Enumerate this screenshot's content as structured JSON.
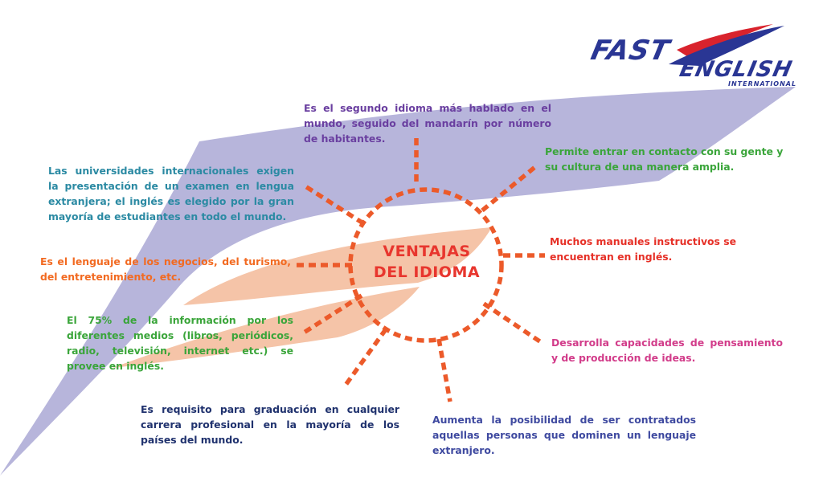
{
  "logo": {
    "main": "FAST",
    "second": "ENGLISH",
    "sub": "INTERNATIONAL"
  },
  "center": {
    "line1": "VENTAJAS",
    "line2": "DEL IDIOMA"
  },
  "points": [
    {
      "id": "segundo-idioma",
      "text": "Es el segundo idioma más hablado en el mundo, seguido del mandarín por número de habitantes.",
      "color": "#6a3fa0"
    },
    {
      "id": "contacto-cultura",
      "text": "Permite entrar en contacto con su gente y su cultura de una manera amplia.",
      "color": "#3aa53a"
    },
    {
      "id": "manuales",
      "text": "Muchos manuales instructivos se encuentran en inglés.",
      "color": "#e63027"
    },
    {
      "id": "capacidades",
      "text": "Desarrolla capacidades de pensamiento y de producción de ideas.",
      "color": "#d23c8a"
    },
    {
      "id": "contratados",
      "text": "Aumenta la posibilidad de ser contratados aquellas personas que dominen un lenguaje extranjero.",
      "color": "#3f4aa0"
    },
    {
      "id": "graduacion",
      "text": "Es requisito para graduación en cualquier carrera profesional en la mayoría de los países del mundo.",
      "color": "#20326e"
    },
    {
      "id": "informacion",
      "text": "El 75% de la información por los diferentes medios (libros, periódicos, radio, televisión, internet etc.) se provee en inglés.",
      "color": "#3aa53a"
    },
    {
      "id": "negocios",
      "text": "Es el lenguaje de los negocios, del turismo, del entretenimiento, etc.",
      "color": "#f26a21"
    },
    {
      "id": "universidades",
      "text": "Las universidades internacionales exigen la presentación de un examen en lengua extranjera; el inglés es elegido por la gran mayoría de estudiantes en todo el mundo.",
      "color": "#2b8aa3"
    }
  ],
  "colors": {
    "ray": "#ec5a2a",
    "swoosh": "#b5b3da",
    "peach": "#f5c2a6",
    "logo": "#2a3694",
    "logo_red": "#d9232d"
  }
}
